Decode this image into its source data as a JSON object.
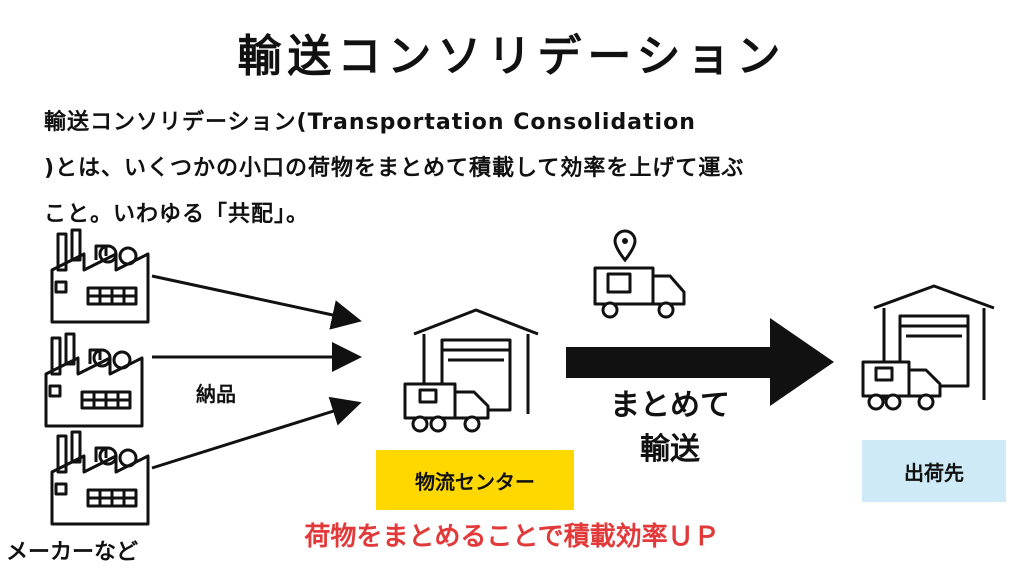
{
  "title": "輸送コンソリデーション",
  "description": {
    "line1": "輸送コンソリデーション(Transportation Consolidation",
    "line2": ")とは、いくつかの小口の荷物をまとめて積載して効率を上げて運ぶ",
    "line3": "こと。いわゆる「共配」。"
  },
  "labels": {
    "delivery": "納品",
    "makers": "メーカーなど",
    "bulk_line1": "まとめて",
    "bulk_line2": "輸送",
    "distribution_center": "物流センター",
    "destination": "出荷先"
  },
  "tagline": "荷物をまとめることで積載効率ＵＰ",
  "colors": {
    "center_box": "#ffd800",
    "destination_box": "#cdeaf6",
    "tagline": "#e23a3a"
  },
  "icons": [
    "factory-icon",
    "factory-icon",
    "factory-icon",
    "warehouse-icon",
    "delivery-truck-icon",
    "location-pin-icon",
    "warehouse-icon"
  ]
}
